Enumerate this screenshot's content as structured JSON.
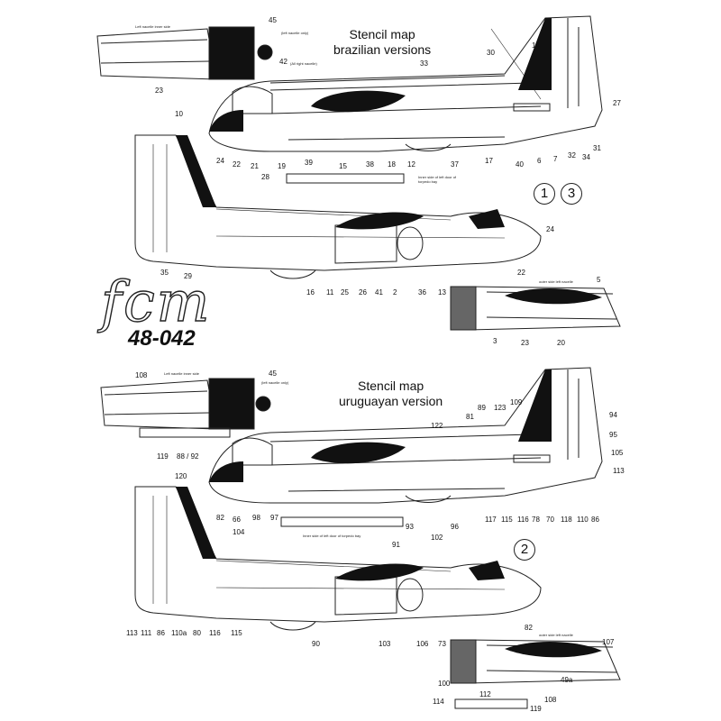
{
  "brand": {
    "logo": "fcm",
    "code": "48-042"
  },
  "panel_brazilian": {
    "title_line1": "Stencil map",
    "title_line2": "brazilian versions",
    "version_markers": [
      "1",
      "3"
    ],
    "notes": {
      "left_nacelle_inner": "Left nacelle inner side",
      "left_nacelle_only": "(left nacelle only)",
      "all_right_nacelle": "(All right nacelle)",
      "torpedo_bay": "Inner side of left door of torpedo bay",
      "outer_nacelle": "outer side left nacelle"
    },
    "callouts": [
      "45",
      "42",
      "23",
      "33",
      "30",
      "14",
      "27",
      "10",
      "24",
      "22",
      "21",
      "19",
      "39",
      "15",
      "38",
      "18",
      "12",
      "37",
      "17",
      "40",
      "6",
      "7",
      "32",
      "34",
      "31",
      "28",
      "24",
      "22",
      "35",
      "29",
      "16",
      "11",
      "25",
      "26",
      "41",
      "2",
      "36",
      "13",
      "5",
      "3",
      "23",
      "20"
    ]
  },
  "panel_uruguayan": {
    "title_line1": "Stencil map",
    "title_line2": "uruguayan version",
    "version_markers": [
      "2"
    ],
    "notes": {
      "left_nacelle_inner": "Left nacelle inner side",
      "left_nacelle_only": "(left nacelle only)",
      "torpedo_bay": "Inner side of left door of torpedo bay",
      "outer_nacelle": "outer side left nacelle"
    },
    "callouts": [
      "108",
      "45",
      "119",
      "88 / 92",
      "122",
      "81",
      "89",
      "123",
      "109",
      "94",
      "95",
      "105",
      "113",
      "120",
      "82",
      "66",
      "98",
      "97",
      "93",
      "102",
      "96",
      "117",
      "115",
      "116",
      "78",
      "70",
      "118",
      "110",
      "86",
      "104",
      "91",
      "113",
      "111",
      "86",
      "110a",
      "80",
      "116",
      "115",
      "90",
      "103",
      "106",
      "73",
      "82",
      "107",
      "100",
      "49a",
      "112",
      "108",
      "119",
      "114"
    ]
  }
}
